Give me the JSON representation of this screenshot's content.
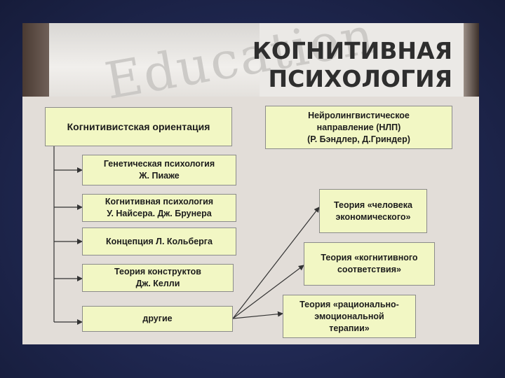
{
  "header": {
    "chalk_word": "Education",
    "title": "КОГНИТИВНАЯ\nПСИХОЛОГИЯ"
  },
  "diagram": {
    "root": "Когнитивистская ориентация",
    "nlp": "Нейролингвистическое\nнаправление (НЛП)\n(Р. Бэндлер, Д.Гриндер)",
    "branches": [
      "Генетическая психология\nЖ. Пиаже",
      "Когнитивная психология\nУ. Найсера. Дж. Брунера",
      "Концепция Л. Кольберга",
      "Теория конструктов\nДж. Келли",
      "другие"
    ],
    "theories": [
      "Теория «человека\nэкономического»",
      "Теория «когнитивного\nсоответствия»",
      "Теория «рационально-\nэмоциональной\nтерапии»"
    ]
  }
}
